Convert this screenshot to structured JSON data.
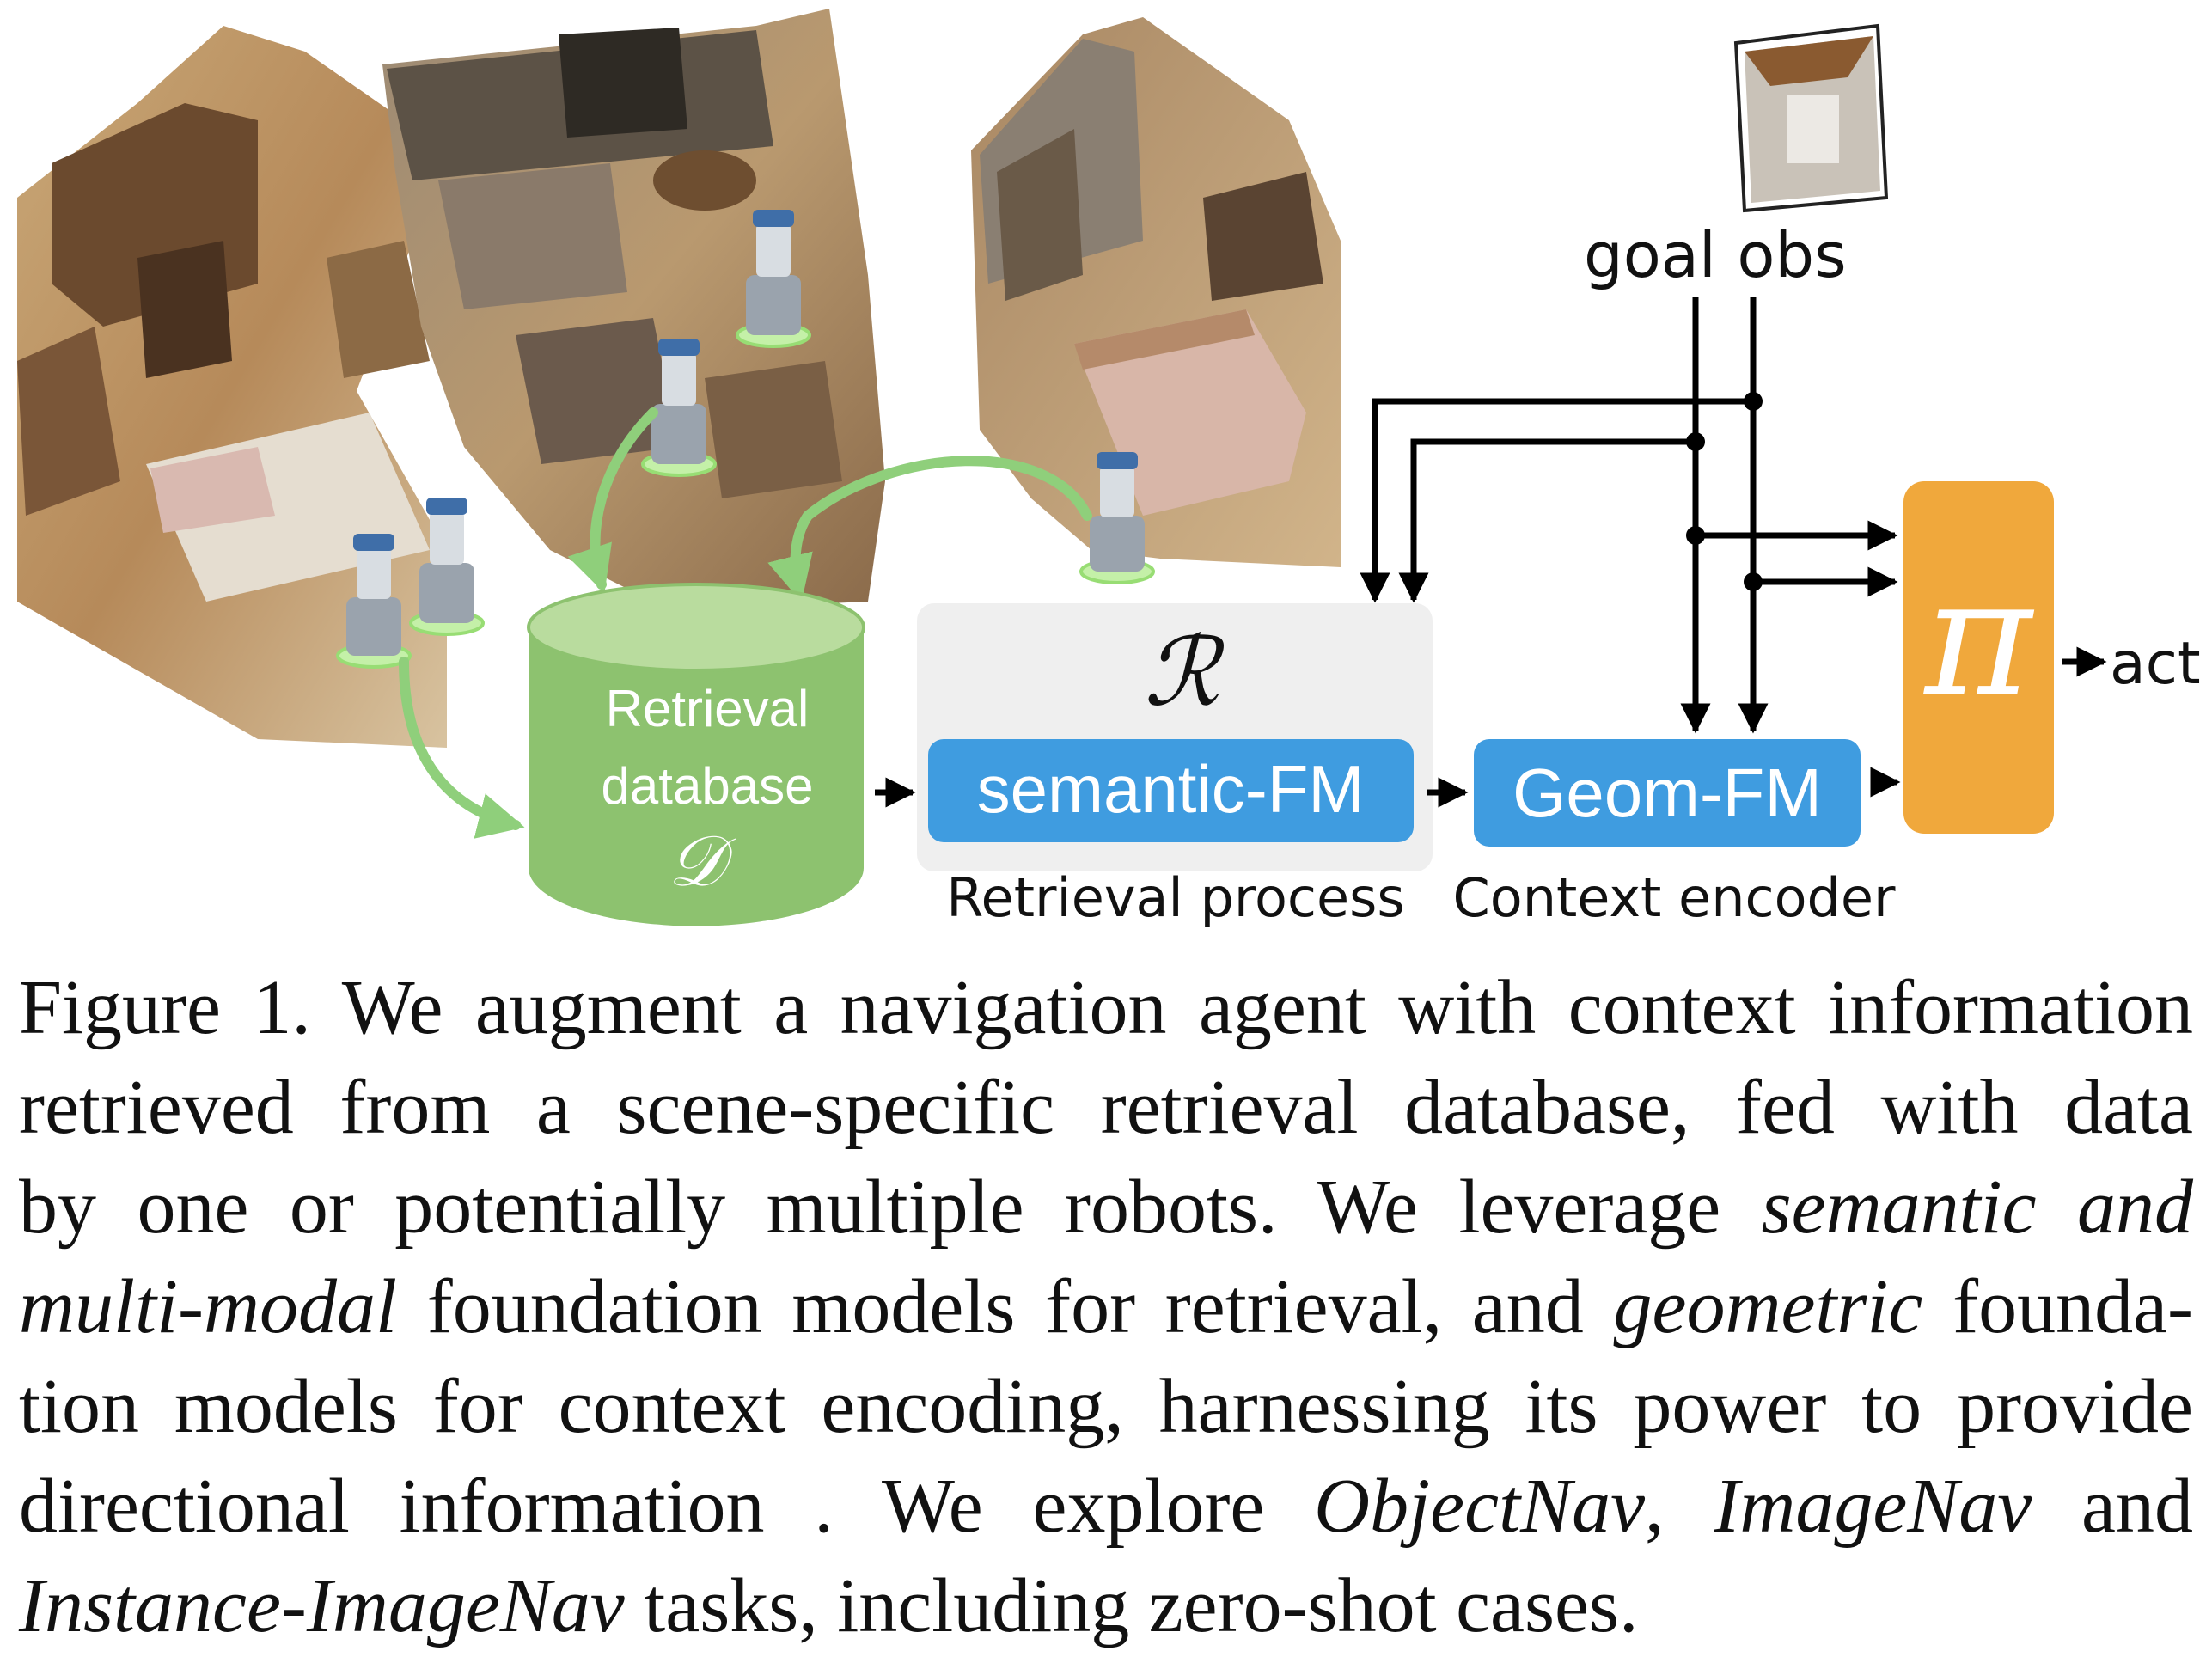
{
  "figure": {
    "labels": {
      "goal": "goal",
      "obs": "obs",
      "retrieval_process": "Retrieval process",
      "context_encoder": "Context encoder",
      "act": "act"
    },
    "database": {
      "line1": "Retrieval",
      "line2": "database",
      "symbol": "𝒟"
    },
    "retrieval_symbol": "ℛ",
    "semantic_fm": "semantic-FM",
    "geom_fm": "Geom-FM",
    "policy_symbol": "π",
    "colors": {
      "database_green": "#8dc26f",
      "arrow_green": "#8fcf7b",
      "fm_blue": "#3f9ce0",
      "policy_orange": "#f0a83c",
      "retrieval_panel": "#efefef"
    }
  },
  "caption": {
    "lines": [
      [
        {
          "t": "Figure 1. We augment a navigation agent with context information",
          "i": false
        }
      ],
      [
        {
          "t": "retrieved from a scene-specific retrieval database, fed with data",
          "i": false
        }
      ],
      [
        {
          "t": "by one or potentially multiple robots. We leverage ",
          "i": false
        },
        {
          "t": "semantic and",
          "i": true
        }
      ],
      [
        {
          "t": "multi-modal",
          "i": true
        },
        {
          "t": " foundation models for retrieval, and ",
          "i": false
        },
        {
          "t": "geometric",
          "i": true
        },
        {
          "t": " founda-",
          "i": false
        }
      ],
      [
        {
          "t": "tion models for context encoding, harnessing its power to provide",
          "i": false
        }
      ],
      [
        {
          "t": "directional information . We explore ",
          "i": false
        },
        {
          "t": "ObjectNav",
          "i": true
        },
        {
          "t": ", ",
          "i": false
        },
        {
          "t": "ImageNav",
          "i": true
        },
        {
          "t": " and",
          "i": false
        }
      ],
      [
        {
          "t": "Instance-ImageNav",
          "i": true
        },
        {
          "t": " tasks, including zero-shot cases.",
          "i": false
        }
      ]
    ]
  }
}
